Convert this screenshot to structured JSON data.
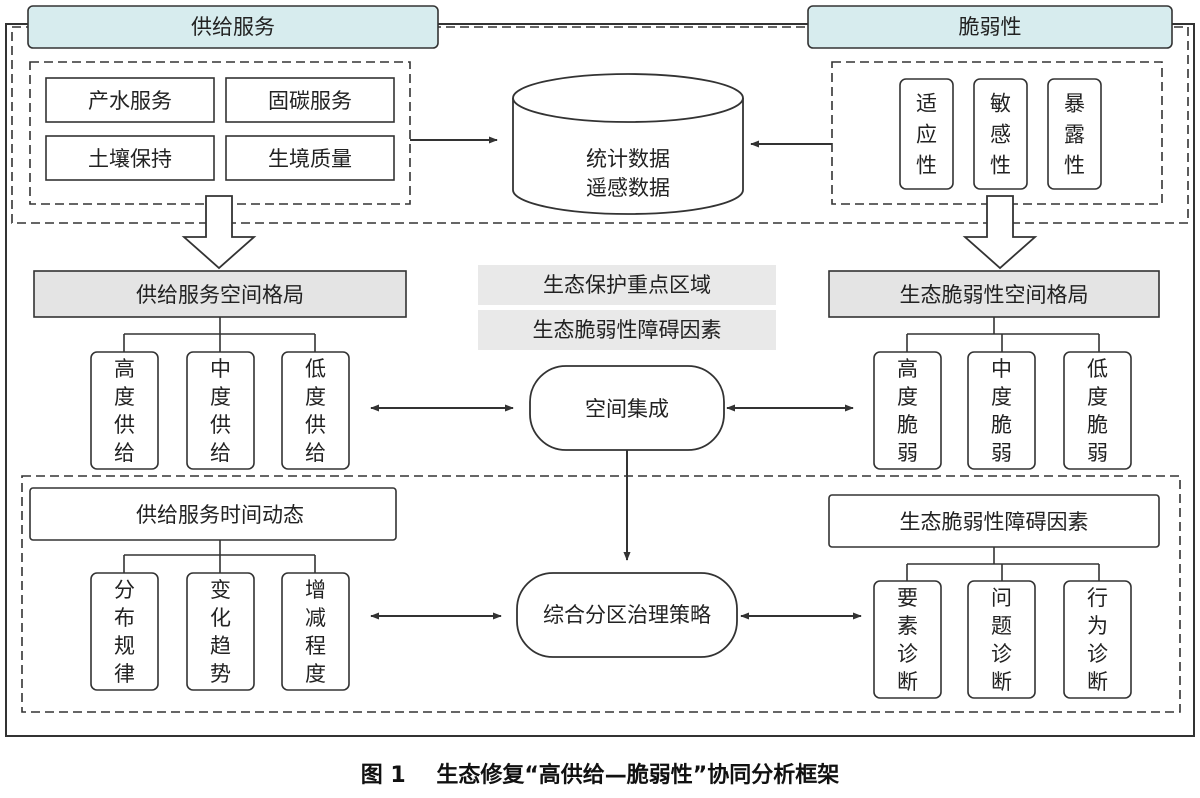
{
  "supply": {
    "header": "供给服务",
    "items": [
      "产水服务",
      "固碳服务",
      "土壤保持",
      "生境质量"
    ]
  },
  "vulnerability": {
    "header": "脆弱性",
    "items": [
      "适\n应\n性",
      "敏\n感\n性",
      "暴\n露\n性"
    ]
  },
  "database": {
    "line1": "统计数据",
    "line2": "遥感数据"
  },
  "supply_pattern": {
    "title": "供给服务空间格局",
    "items": [
      "高\n度\n供\n给",
      "中\n度\n供\n给",
      "低\n度\n供\n给"
    ]
  },
  "vuln_pattern": {
    "title": "生态脆弱性空间格局",
    "items": [
      "高\n度\n脆\n弱",
      "中\n度\n脆\n弱",
      "低\n度\n脆\n弱"
    ]
  },
  "center_labels": [
    "生态保护重点区域",
    "生态脆弱性障碍因素"
  ],
  "integration": "空间集成",
  "supply_dynamics": {
    "title": "供给服务时间动态",
    "items": [
      "分\n布\n规\n律",
      "变\n化\n趋\n势",
      "增\n减\n程\n度"
    ]
  },
  "obstacle": {
    "title": "生态脆弱性障碍因素",
    "items": [
      "要\n素\n诊\n断",
      "问\n题\n诊\n断",
      "行\n为\n诊\n断"
    ]
  },
  "strategy": "综合分区治理策略",
  "caption": "图 1    生态修复“高供给—脆弱性”协同分析框架",
  "colors": {
    "header_fill": "#d7ecee",
    "title_gray_fill": "#e4e4e4",
    "label_gray_fill": "#e9e9e9",
    "line": "#333333"
  }
}
